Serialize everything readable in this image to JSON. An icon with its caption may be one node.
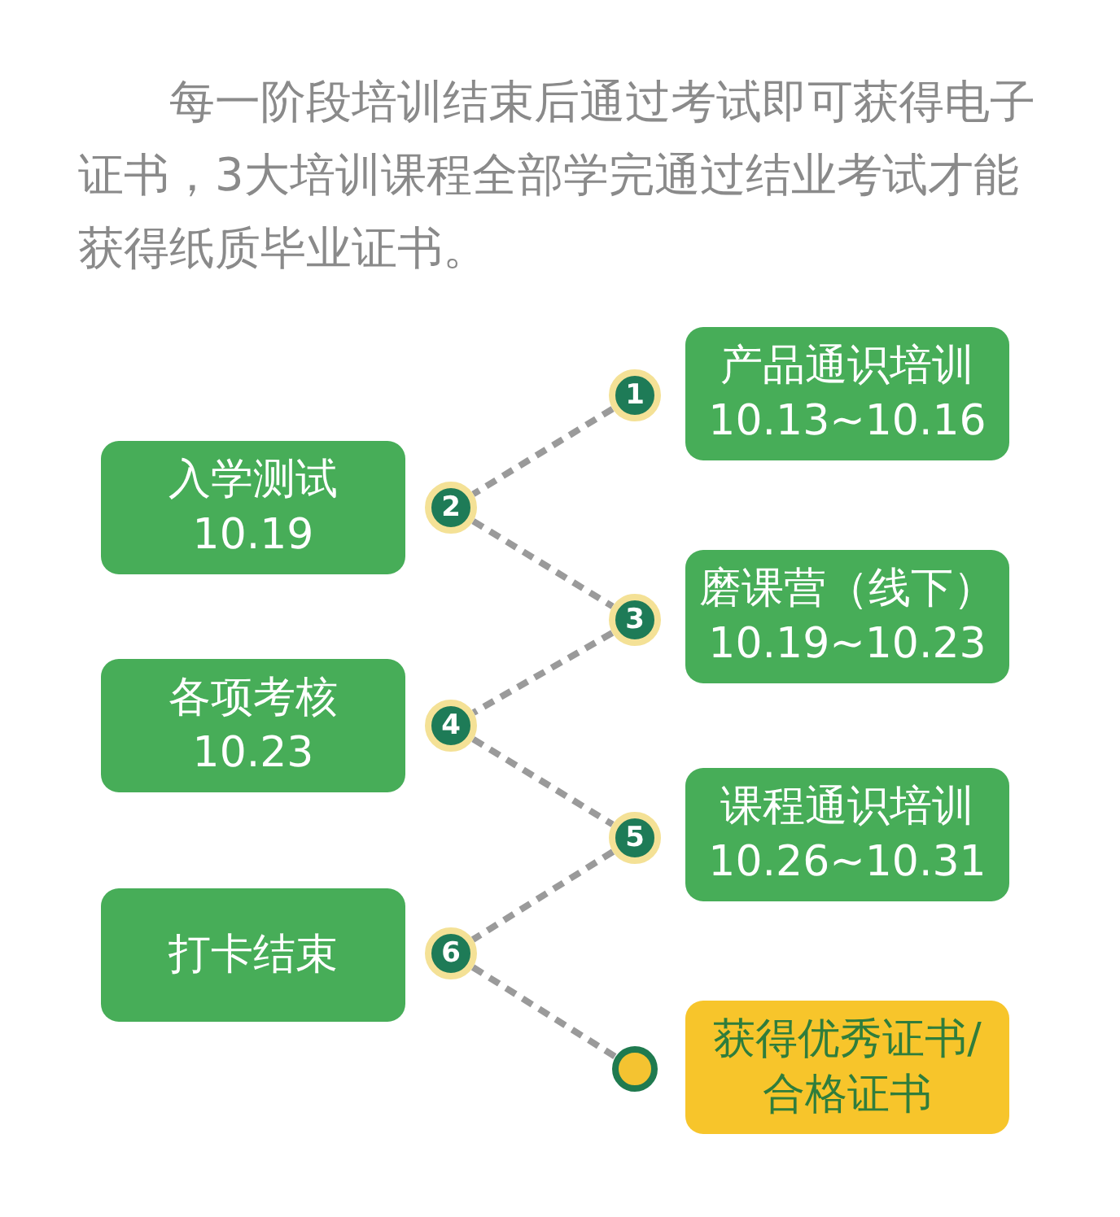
{
  "diagram": {
    "nodes": [
      {
        "text": [
          "1"
        ]
      },
      {
        "text": [
          "产品通识培训",
          "10.13~10.16"
        ]
      },
      {
        "text": [
          "2"
        ]
      },
      {
        "text": [
          "入学测试",
          "10.19"
        ]
      },
      {
        "text": [
          "3"
        ]
      },
      {
        "text": [
          "磨课营（线下）",
          "10.19~10.23"
        ]
      },
      {
        "text": [
          "4"
        ]
      },
      {
        "text": [
          "各项考核",
          "10.23"
        ]
      },
      {
        "text": [
          "5"
        ]
      },
      {
        "text": [
          "课程通识培训",
          "10.26~10.31"
        ]
      },
      {
        "text": [
          "6"
        ]
      },
      {
        "text": [
          "打卡结束"
        ]
      },
      {
        "text": [],
        "shape": "circle"
      },
      {
        "text": [
          "获得优秀证书/合格证书"
        ]
      }
    ],
    "edges": [
      {
        "from": 0,
        "to": 2,
        "arrow": "none",
        "style": "dashed"
      },
      {
        "from": 2,
        "to": 4,
        "arrow": "none",
        "style": "dashed"
      },
      {
        "from": 4,
        "to": 6,
        "arrow": "none",
        "style": "dashed"
      },
      {
        "from": 6,
        "to": 8,
        "arrow": "none",
        "style": "dashed"
      },
      {
        "from": 8,
        "to": 10,
        "arrow": "none",
        "style": "dashed"
      },
      {
        "from": 10,
        "to": 12,
        "arrow": "none",
        "style": "dashed"
      }
    ],
    "labels": [
      "每一阶段培训结束后通过考试即可获得电子证书，3大培训课程全部学完通过结业考试才能获得纸质毕业证书。"
    ]
  }
}
